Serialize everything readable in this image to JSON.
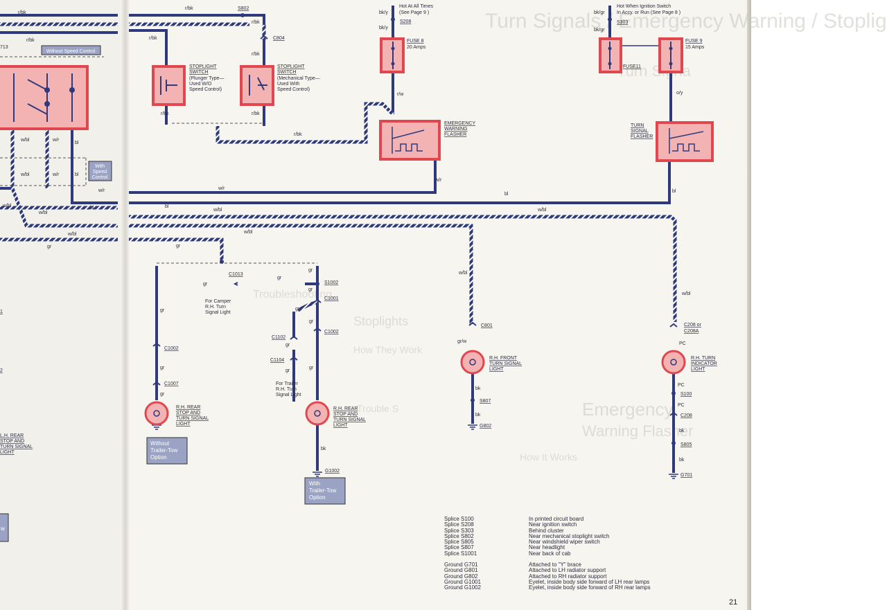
{
  "wire_labels": {
    "r_bk": "r/bk",
    "bk_y": "bk/y",
    "bk_gr": "bk/gr",
    "r_w": "r/w",
    "o_y": "o/y",
    "w_bl": "w/bl",
    "w_r": "w/r",
    "bl": "bl",
    "gr": "gr",
    "gr_w": "gr/w",
    "bk": "bk",
    "pc": "PC",
    "n713": "713"
  },
  "connectors": {
    "s802": "S802",
    "c804": "C804",
    "s208": "S208",
    "s303": "S303",
    "c1013": "C1013",
    "s1002": "S1002",
    "c1001": "C1001",
    "c1002": "C1002",
    "c1102": "C1102",
    "c1104": "C1104",
    "c1007": "C1007",
    "c801": "C801",
    "s807": "S807",
    "g802": "G802",
    "g1002": "G1002",
    "c208_or": "C208 or",
    "c208a": "C208A",
    "s100": "S100",
    "c208": "C208",
    "s805": "S805",
    "g701": "G701"
  },
  "power": {
    "hot_all_times": [
      "Hot At All Times",
      "(See Page 9 )"
    ],
    "hot_ignition": [
      "Hot When Ignition Switch",
      "In Accy. or Run (See Page 8 )"
    ]
  },
  "components": {
    "fuse8": [
      "FUSE 8",
      "20 Amps"
    ],
    "fuse9": [
      "FUSE 9",
      "15 Amps"
    ],
    "fuse11": "FUSE11",
    "stoplight_plunger": [
      "STOPLIGHT",
      "SWITCH",
      "(Plunger Type—",
      "Used W/O",
      "Speed Control)"
    ],
    "stoplight_mechanical": [
      "STOPLIGHT",
      "SWITCH",
      "(Mechanical Type—",
      "Used With",
      "Speed Control)"
    ],
    "emergency_flasher": [
      "EMERGENCY",
      "WARNING",
      "FLASHER"
    ],
    "turn_flasher": [
      "TURN",
      "SIGNAL",
      "FLASHER"
    ],
    "rh_rear_lamp_a": [
      "R.H. REAR",
      "STOP AND",
      "TURN SIGNAL",
      "LIGHT"
    ],
    "rh_rear_lamp_b": [
      "R.H. REAR",
      "STOP AND",
      "TURN SIGNAL",
      "LIGHT"
    ],
    "rh_front_lamp": [
      "R.H. FRONT",
      "TURN SIGNAL",
      "LIGHT"
    ],
    "rh_indicator": [
      "R.H. TURN",
      "INDICATOR",
      "LIGHT"
    ],
    "lh_rear_lamp": [
      "L.H. REAR",
      "STOP AND",
      "TURN SIGNAL",
      "LIGHT"
    ],
    "for_camper": [
      "For Camper",
      "R.H. Turn",
      "Signal Light"
    ],
    "for_trailer": [
      "For Trailer",
      "R.H. Turn",
      "Signal Light"
    ]
  },
  "option_boxes": {
    "without_speed_control": "Without Speed Control",
    "with_speed_control": [
      "With",
      "Speed",
      "Control"
    ],
    "without_trailer": [
      "Without",
      "Trailer-Tow",
      "Option"
    ],
    "with_trailer": [
      "With",
      "Trailer-Tow",
      "Option"
    ],
    "left_edge_w": "w"
  },
  "edge_marks": {
    "one": "1",
    "two": "2"
  },
  "background_text": {
    "header": "Turn Signals / Emergency Warning / Stoplights",
    "turn_sign": "Turn Signa",
    "troubleshooting": "Troubleshooting",
    "stoplights": "Stoplights",
    "how_they_work": "How They Work",
    "trouble": "Trouble S",
    "emergency": "Emergency",
    "warning_flasher": "Warning Flasher",
    "how_it_works": "How It Works"
  },
  "legend": {
    "splices": [
      {
        "name": "Splice S100",
        "loc": "In printed circuit board"
      },
      {
        "name": "Splice S208",
        "loc": "Near ignition switch"
      },
      {
        "name": "Splice S303",
        "loc": "Behind cluster"
      },
      {
        "name": "Splice S802",
        "loc": "Near mechanical stoplight switch"
      },
      {
        "name": "Splice S805",
        "loc": "Near windshield wiper switch"
      },
      {
        "name": "Splice S807",
        "loc": "Near headlight"
      },
      {
        "name": "Splice S1001",
        "loc": "Near back of cab"
      }
    ],
    "grounds": [
      {
        "name": "Ground G701",
        "loc": "Attached to \"Y\" brace"
      },
      {
        "name": "Ground G801",
        "loc": "Attached to LH radiator support"
      },
      {
        "name": "Ground G802",
        "loc": "Attached to RH radiator support"
      },
      {
        "name": "Ground G1001",
        "loc": "Eyelet, inside body side forward of LH rear lamps"
      },
      {
        "name": "Ground G1002",
        "loc": "Eyelet, inside body side forward of RH rear lamps"
      }
    ]
  },
  "page_number": "21",
  "colors": {
    "wire": "#2e3a7c",
    "component_fill": "#f3b3b3",
    "component_border": "#e0474f",
    "option_box": "#9aa3c4",
    "text": "#2b2b3b"
  }
}
